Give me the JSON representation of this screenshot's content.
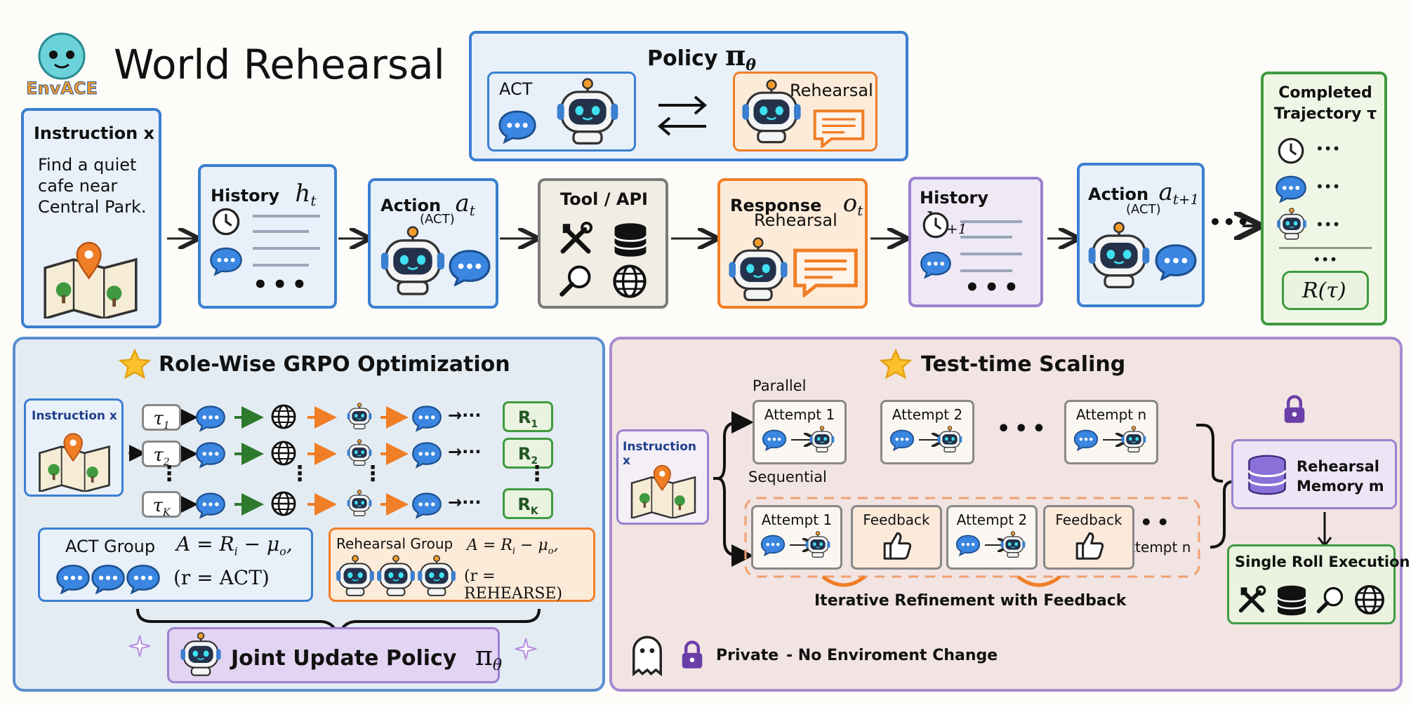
{
  "header": {
    "logo_text": "EnvACE",
    "title": "World Rehearsal"
  },
  "policy": {
    "title": "Policy",
    "symbol": "π",
    "sub": "θ",
    "act_label": "ACT",
    "rehearsal_label": "Rehearsal"
  },
  "instruction": {
    "title": "Instruction x",
    "text": "Find a quiet cafe near Central Park."
  },
  "pipeline": {
    "history": {
      "title": "History",
      "sym": "h",
      "sub": "t"
    },
    "action": {
      "title": "Action",
      "sym": "a",
      "sub": "t",
      "tag": "(ACT)"
    },
    "tool": {
      "title": "Tool / API"
    },
    "response": {
      "title": "Response",
      "sym": "o",
      "sub": "t",
      "tag": "Rehearsal"
    },
    "history2": {
      "title": "History",
      "sym": "h",
      "sub": "t+1"
    },
    "action2": {
      "title": "Action",
      "sym": "a",
      "sub": "t+1",
      "tag": "(ACT)"
    },
    "ellipsis": "•••"
  },
  "completed": {
    "title": "Completed Trajectory τ",
    "dots": "•••",
    "reward": "R(τ)"
  },
  "grpo": {
    "title": "Role-Wise GRPO Optimization",
    "instruction_label": "Instruction x",
    "rows": [
      {
        "tau": "τ",
        "sub": "1",
        "reward": "R",
        "rsub": "1"
      },
      {
        "tau": "τ",
        "sub": "2",
        "reward": "R",
        "rsub": "2"
      },
      {
        "tau": "τ",
        "sub": "K",
        "reward": "R",
        "rsub": "K"
      }
    ],
    "tail": "→···",
    "vdots": "⋮",
    "act_group": {
      "title": "ACT Group",
      "formula": "A = R",
      "formula_sub": "i",
      "formula_tail": " − μ",
      "mu_sub": "o",
      "comma": ",",
      "role": "(r = ACT)"
    },
    "rehearsal_group": {
      "title": "Rehearsal Group",
      "formula": "A = R",
      "formula_sub": "i",
      "formula_tail": " − μ",
      "mu_sub": "o",
      "comma": ",",
      "role": "(r = REHEARSE)"
    },
    "joint": {
      "title": "Joint Update Policy",
      "symbol": "π",
      "sub": "θ"
    }
  },
  "tts": {
    "title": "Test-time Scaling",
    "instruction_label": "Instruction x",
    "parallel_label": "Parallel",
    "sequential_label": "Sequential",
    "parallel_attempts": [
      "Attempt 1",
      "Attempt 2",
      "Attempt n"
    ],
    "seq": [
      "Attempt 1",
      "Feedback",
      "Attempt 2",
      "Feedback"
    ],
    "seq_tail": "Attempt n",
    "ellipsis": "•••",
    "refine_label": "Iterative Refinement with Feedback",
    "memory_label": "Rehearsal Memory m",
    "single_label": "Single Roll Execution",
    "legend_private": "Private",
    "legend_note": "- No Enviroment Change"
  },
  "colors": {
    "blue": "#3a7fd0",
    "orange": "#f07e26",
    "green": "#3f9a3f",
    "purple": "#9c80cf",
    "gray": "#7a7a7a"
  }
}
